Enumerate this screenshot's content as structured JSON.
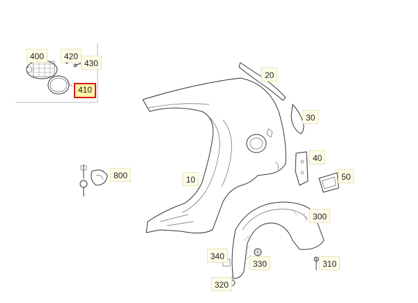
{
  "callouts": {
    "c400": "400",
    "c420": "420",
    "c430": "430",
    "c410": "410",
    "c20": "20",
    "c30": "30",
    "c40": "40",
    "c50": "50",
    "c10": "10",
    "c800": "800",
    "c300": "300",
    "c340": "340",
    "c330": "330",
    "c310": "310",
    "c320": "320"
  },
  "selected_callout": "410",
  "colors": {
    "selected_border": "#d61a1a",
    "callout_bg": "#fffde8",
    "line": "#333333"
  }
}
